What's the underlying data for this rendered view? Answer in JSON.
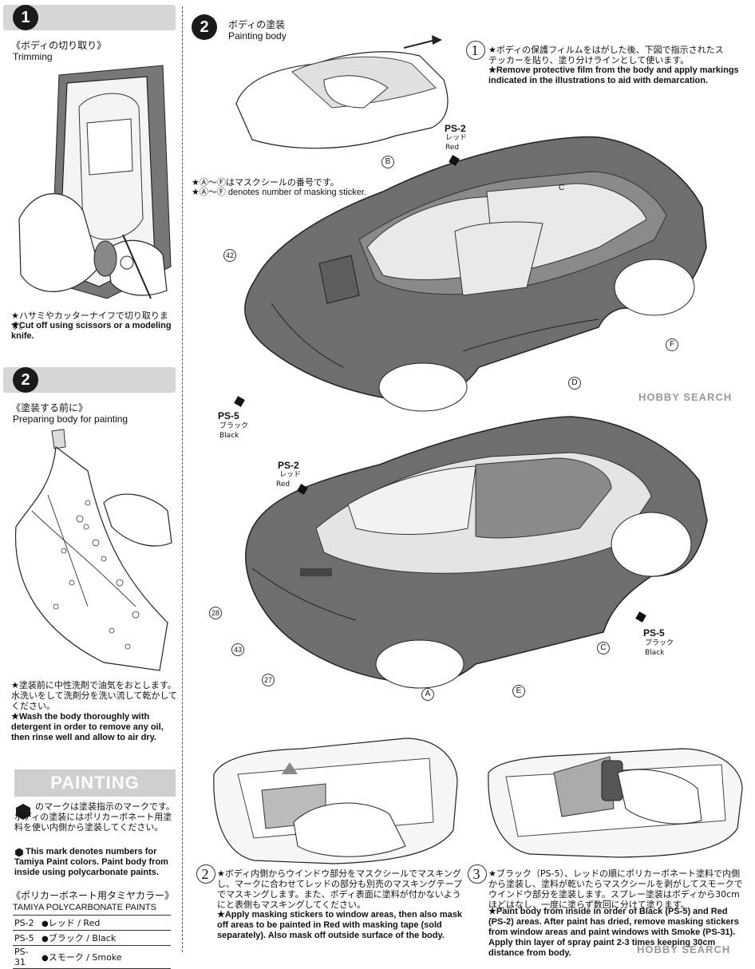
{
  "left": {
    "step1": {
      "number": "1",
      "title_jp": "《ボディの切り取り》",
      "title_en": "Trimming",
      "note_jp": "★ハサミやカッターナイフで切り取ります。",
      "note_en": "★Cut off using scissors or a modeling knife."
    },
    "step2": {
      "number": "2",
      "title_jp": "《塗装する前に》",
      "title_en": "Preparing body for painting",
      "note_jp": "★塗装前に中性洗剤で油気をおとします。水洗いをして洗剤分を洗い流して乾かしてください。",
      "note_en": "★Wash the body thoroughly with detergent in order to remove any oil, then rinse well and allow to air dry."
    },
    "painting": {
      "header": "PAINTING",
      "mark_jp": "のマークは塗装指示のマークです。ボディの塗装にはポリカーボネート用塗料を使い内側から塗装してください。",
      "mark_en": "This mark denotes numbers for Tamiya Paint colors. Paint body from inside using polycarbonate paints.",
      "table_title_jp": "《ポリカーボネート用タミヤカラー》",
      "table_title_en": "TAMIYA POLYCARBONATE PAINTS",
      "paints": [
        {
          "code": "PS-2",
          "name": "レッド / Red"
        },
        {
          "code": "PS-5",
          "name": "ブラック / Black"
        },
        {
          "code": "PS-31",
          "name": "スモーク / Smoke"
        }
      ]
    }
  },
  "right": {
    "step2": {
      "number": "2",
      "title_jp": "ボディの塗装",
      "title_en": "Painting body"
    },
    "sub1": {
      "number": "1",
      "text_jp": "★ボディの保護フィルムをはがした後、下図で指示されたステッカーを貼り、塗り分けラインとして使います。",
      "text_en": "★Remove protective film from the body and apply markings indicated in the illustrations to aid with demarcation."
    },
    "masking_note_jp": "★Ⓐ～Ⓕはマスクシールの番号です。",
    "masking_note_en": "★Ⓐ～Ⓕ denotes number of masking sticker.",
    "top_labels": {
      "ps2_code": "PS-2",
      "ps2_jp": "レッド",
      "ps2_en": "Red",
      "ps5_code": "PS-5",
      "ps5_jp": "ブラック",
      "ps5_en": "Black",
      "B": "B",
      "C": "C",
      "D": "D",
      "F": "F",
      "n42": "42"
    },
    "bottom_labels": {
      "ps2_code": "PS-2",
      "ps2_jp": "レッド",
      "ps2_en": "Red",
      "ps5_code": "PS-5",
      "ps5_jp": "ブラック",
      "ps5_en": "Black",
      "A": "A",
      "C": "C",
      "E": "E",
      "n28": "28",
      "n43": "43",
      "n27": "27"
    },
    "sub2": {
      "number": "2",
      "text_jp": "★ボディ内側からウインドウ部分をマスクシールでマスキングし、マークに合わせてレッドの部分も別売のマスキングテープでマスキングします。また、ボディ表面に塗料が付かないようにと表側もマスキングしてください。",
      "text_en": "★Apply masking stickers to window areas, then also mask off areas to be painted in Red with masking tape (sold separately). Also mask off outside surface of the body."
    },
    "sub3": {
      "number": "3",
      "text_jp": "★ブラック（PS-5）、レッドの順にポリカーボネート塗料で内側から塗装し、塗料が乾いたらマスクシールを剥がしてスモークでウインドウ部分を塗装します。スプレー塗装はボディから30cmほどはなし、一度に塗らず数回に分けて塗ります。",
      "text_en": "★Paint body from inside in order of Black (PS-5) and Red (PS-2) areas. After paint has dried, remove masking stickers from window areas and paint windows with Smoke (PS-31). Apply thin layer of spray paint 2-3 times keeping 30cm distance from body."
    },
    "watermark": "HOBBY SEARCH"
  },
  "colors": {
    "step_bar": "#d6d6d6",
    "body_gray": "#6e6e6e",
    "window_light": "#e9e9e9",
    "ink": "#111111"
  }
}
